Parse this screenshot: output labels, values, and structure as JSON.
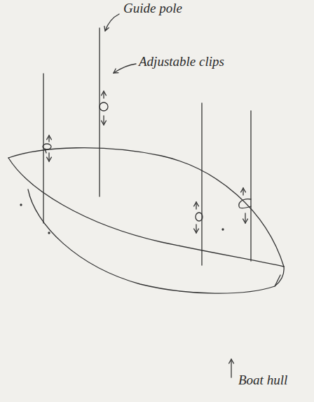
{
  "diagram": {
    "labels": [
      "Guide pole",
      "Adjustable clips",
      "Boat hull"
    ]
  }
}
